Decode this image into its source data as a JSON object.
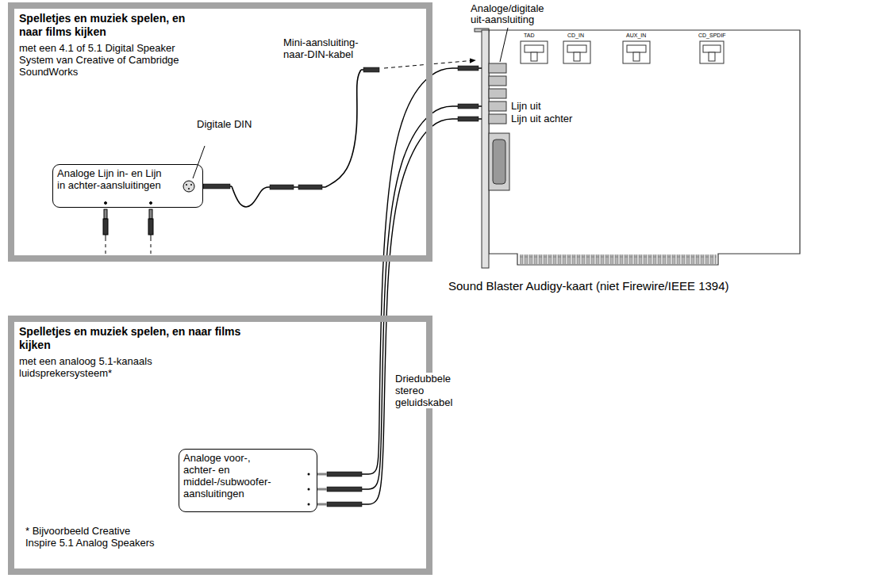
{
  "diagram": {
    "nodes": [
      {
        "text": [
          "Spelletjes en muziek spelen, en naar films kijken",
          "met een 4.1 of 5.1 Digital Speaker System van Creative of Cambridge SoundWorks"
        ]
      },
      {
        "text": [
          "Analoge Lijn in- en Lijn in achter-aansluitingen"
        ],
        "in": 0
      },
      {
        "text": [
          "Spelletjes en muziek spelen, en naar films kijken",
          "met een analoog 5.1-kanaals luidsprekersysteem*",
          "* Bijvoorbeeld Creative Inspire 5.1 Analog Speakers"
        ]
      },
      {
        "text": [
          "Analoge voor-, achter- en middel-/subwoofer-aansluitingen"
        ],
        "in": 2
      },
      {
        "text": [
          "Sound Blaster Audigy-kaart (niet Firewire/IEEE 1394)"
        ]
      }
    ],
    "edges": [
      {
        "from": 1,
        "to": 4,
        "arrow": "to",
        "label": "Mini-aansluiting-naar-DIN-kabel"
      },
      {
        "from": 3,
        "to": 4,
        "arrow": "none",
        "label": "Driedubbele stereo geluidskabel"
      }
    ],
    "labels": [
      "Analoge/digitale uit-aansluiting",
      "Digitale DIN",
      "TAD",
      "CD_IN",
      "AUX_IN",
      "CD_SPDIF",
      "Lijn uit",
      "Lijn uit achter"
    ]
  }
}
